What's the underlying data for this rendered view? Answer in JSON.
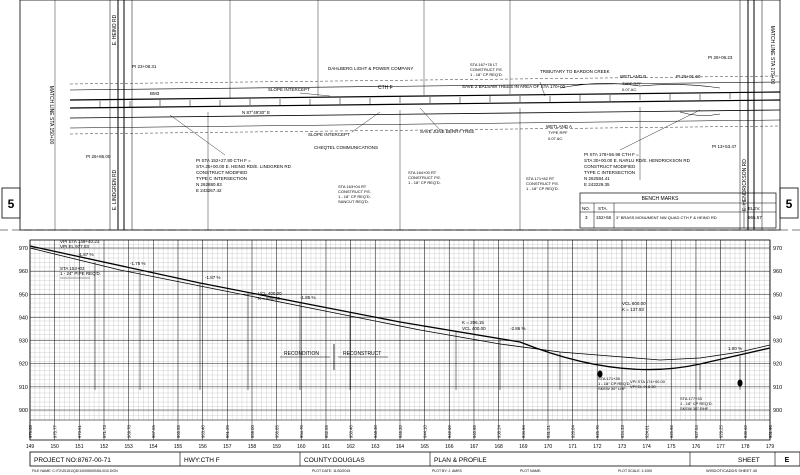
{
  "plan": {
    "roads": {
      "heino_rd": "E. HEINO RD",
      "lindgren_rd": "E. LINDGREN RD",
      "cth_f_top": "CTH F",
      "hendrickson_rd": "E. HENDRICKSON RD",
      "match_left": "MATCH LINE STA 150+00",
      "match_right": "MATCH LINE STA 179+00"
    },
    "notes": {
      "pi_left": "PI 23+08.31",
      "pi_right_top": "PI 28+06.23",
      "pi_right_mid": "PI 25+01.60",
      "pi_left_low": "PI 26+86.00",
      "pi_right_low": "PI 13+53.47",
      "bm": "BM3",
      "slope_top": "SLOPE INTERCEPT",
      "slope_low": "SLOPE INTERCEPT",
      "dahlberg": "DAHLBERG LIGHT & POWER COMPANY",
      "cheqtel": "CHEQTEL COMMUNICATIONS",
      "june_berry": "SAVE JUNE BERRY TREE",
      "balsam": "SAVE 2 BALSAM TREES IN AREA OF STA 170+00",
      "tributary": "TRIBUTARY TO BARDON CREEK",
      "wetland_b": "WETLAND B",
      "wetland_a": "WETLAND A",
      "wetland_b_type": "TYPE RPF",
      "wetland_a_type": "TYPE RPF",
      "wetland_b_area": "0.07 AC.",
      "wetland_a_area": "0.07 AC.",
      "bearing": "N 87°49'30\" E",
      "sta_167": "STA 167+78 LT",
      "sta_167_line2": "CONSTRUCT P.E.",
      "sta_167_line3": "1 - 18\" CP REQ'D.",
      "sta_164": "STA 164+00 RT",
      "sta_164_line2": "CONSTRUCT P.E.",
      "sta_164_line3": "1 - 18\" CP REQ'D.",
      "sta_163": "STA 163+04 RT",
      "sta_163_line2": "CONSTRUCT P.E.",
      "sta_163_line3": "1 - 18\" CP REQ'D.",
      "sta_163_line4": "SANCUT REQ'D.",
      "sta_171": "STA 171+82 RT",
      "sta_171_line2": "CONSTRUCT P.E.",
      "sta_171_line3": "1 - 18\" CP REQ'D.",
      "pi_left_block1": "PI STA 152+27.80 CTH F =",
      "pi_left_block2": "STA 25+00.00 E. HEINO RD/E. LINDGREN RD",
      "pi_left_block3": "CONSTRUCT MODIFIED",
      "pi_left_block4": "TYPE C INTERSECTION",
      "pi_left_block5": "N 262880.83",
      "pi_left_block6": "E 243267.42",
      "pi_right_block1": "PI STA 178+56.98 CTH F =",
      "pi_right_block2": "STA 30+00.00 E. NARLU RD/E. HENDRICKSON RD",
      "pi_right_block3": "CONSTRUCT MODIFIED",
      "pi_right_block4": "TYPE C INTERSECTION",
      "pi_right_block5": "N 262584.41",
      "pi_right_block6": "E 243229.35"
    },
    "section_marker": "5"
  },
  "bench_marks": {
    "title": "BENCH MARKS",
    "headers": [
      "NO.",
      "STA.",
      "",
      "ELEV."
    ],
    "row": [
      "3",
      "152+56",
      "3\" BRASS MONUMENT NW QUAD CTH F & HEINO RD",
      "965.57"
    ]
  },
  "profile": {
    "y_ticks": [
      "970",
      "960",
      "950",
      "940",
      "930",
      "920",
      "910",
      "900"
    ],
    "x_ticks": [
      "149",
      "150",
      "151",
      "152",
      "153",
      "154",
      "155",
      "156",
      "157",
      "158",
      "159",
      "160",
      "161",
      "162",
      "163",
      "164",
      "165",
      "166",
      "167",
      "168",
      "169",
      "170",
      "171",
      "172",
      "173",
      "174",
      "175",
      "176",
      "177",
      "178",
      "179"
    ],
    "bottom_elevs": [
      "976.68",
      "975.77",
      "973.61",
      "971.73",
      "969.78",
      "967.55",
      "965.55",
      "963.40",
      "961.25",
      "959.00",
      "956.85",
      "954.70",
      "952.55",
      "950.40",
      "948.30",
      "946.20",
      "944.10",
      "942.00",
      "940.95",
      "938.24",
      "934.94",
      "931.21",
      "928.04",
      "925.70",
      "924.33",
      "924.61",
      "925.92",
      "927.54",
      "929.25",
      "930.60",
      "931.96"
    ],
    "grades": {
      "g1": "-1.87 %",
      "g2": "-1.78 %",
      "g3": "-1.87 %",
      "g4": "-1.85 %",
      "g5": "-2.86 %",
      "g6": "1.00 %"
    },
    "labels": {
      "vpi_top1": "VPI STA 149+40.23",
      "vpi_top2": "VPI EL 977.03",
      "sta_153": "STA 153+03",
      "sta_153_b": "1 - 24\" PIPE REQ'D.",
      "vcl_400_a": "VCL 400.00",
      "k_828": "K = 828.30",
      "vcl_400_b": "VCL 400.00",
      "k_206": "K = 206.15",
      "vcl_600": "VCL 600.00",
      "k_137": "K = 137.93",
      "recondition": "RECONDITION",
      "reconstruct": "RECONSTRUCT",
      "sta_171_p": "STA 171+35",
      "sta_171_p2": "1 - 18\" CP REQ'D.",
      "sta_171_p3": "SKEW 30° LHF",
      "sta_177": "STA 177+33",
      "sta_177_2": "1 - 18\" CP REQ'D.",
      "sta_177_3": "SKEW 30° RHF",
      "vpi_174": "VPI STA 174+00.00",
      "vpi_174_el": "VPI EL 918.30"
    }
  },
  "title_block": {
    "project": "PROJECT NO:8767-00-71",
    "hwy": "HWY:CTH F",
    "county": "COUNTY:DOUGLAS",
    "title": "PLAN & PROFILE",
    "sheet_label": "SHEET",
    "sheet_letter": "E",
    "footer_left": "FILE NAME: C:\\TX\\20151\\QD\\1\\0005000\\SIL\\010.DGN",
    "footer_date": "PLOT DATE: 11/30/2015",
    "footer_by": "PLOT BY: J. AMES",
    "footer_name": "PLOT NAME:",
    "footer_scale": "PLOT SCALE: 1:1000",
    "footer_right": "WISDOT/CADDS SHEET 40"
  }
}
